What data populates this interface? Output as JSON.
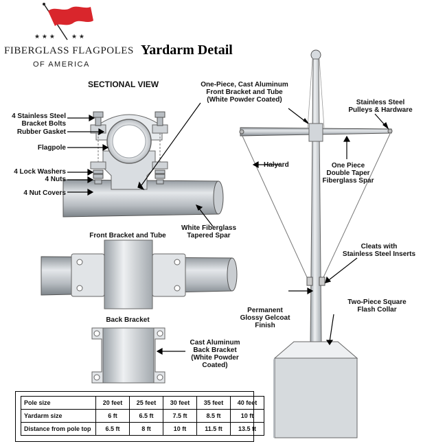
{
  "logo": {
    "brand": "FIBERGLASS  FLAGPOLES",
    "sub": "OF AMERICA",
    "flag_color": "#d9262c"
  },
  "title": "Yardarm Detail",
  "sectional_view": {
    "heading": "SECTIONAL VIEW",
    "labels": {
      "bolts": [
        "4 Stainless Steel",
        "Bracket Bolts"
      ],
      "gasket": "Rubber Gasket",
      "flagpole": "Flagpole",
      "washers": "4 Lock Washers",
      "nuts": "4 Nuts",
      "nut_covers": "4 Nut Covers",
      "spar": [
        "White Fiberglass",
        "Tapered Spar"
      ]
    }
  },
  "front_bracket_heading": "Front Bracket and Tube",
  "back_bracket_heading": "Back Bracket",
  "cast_back": [
    "Cast Aluminum",
    "Back Bracket",
    "(White Powder",
    "Coated)"
  ],
  "pole_labels": {
    "front_bracket": [
      "One-Piece, Cast Aluminum",
      "Front Bracket and Tube",
      "(White Powder Coated)"
    ],
    "pulleys": [
      "Stainless Steel",
      "Pulleys & Hardware"
    ],
    "halyard": "Halyard",
    "spar": [
      "One Piece",
      "Double Taper",
      "Fiberglass Spar"
    ],
    "cleats": [
      "Cleats with",
      "Stainless Steel Inserts"
    ],
    "gelcoat": [
      "Permanent",
      "Glossy Gelcoat",
      "Finish"
    ],
    "collar": [
      "Two-Piece Square",
      "Flash Collar"
    ]
  },
  "table": {
    "headers": [
      "Pole size",
      "20 feet",
      "25 feet",
      "30 feet",
      "35 feet",
      "40 feet"
    ],
    "rows": [
      [
        "Yardarm size",
        "6 ft",
        "6.5 ft",
        "7.5 ft",
        "8.5 ft",
        "10 ft"
      ],
      [
        "Distance from pole top",
        "6.5 ft",
        "8 ft",
        "10 ft",
        "11.5 ft",
        "13.5 ft"
      ]
    ]
  }
}
